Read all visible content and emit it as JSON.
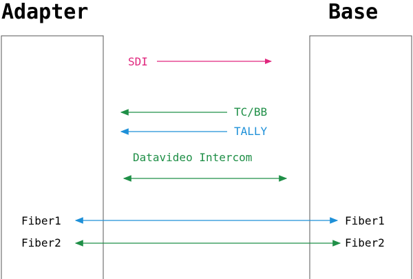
{
  "titles": {
    "left": "Adapter",
    "right": "Base"
  },
  "signals": {
    "sdi": "SDI",
    "tcbb": "TC/BB",
    "tally": "TALLY",
    "intercom": "Datavideo Intercom"
  },
  "fibers": {
    "fiber1_left": "Fiber1",
    "fiber2_left": "Fiber2",
    "fiber1_right": "Fiber1",
    "fiber2_right": "Fiber2"
  },
  "colors": {
    "sdi": "#e0267d",
    "green": "#1f8f47",
    "blue": "#1e90d8",
    "box": "#555555",
    "text": "#000000"
  }
}
